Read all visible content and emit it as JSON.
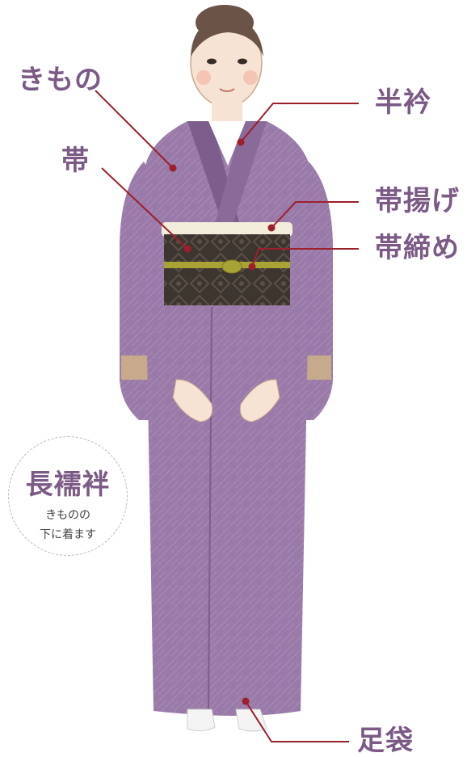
{
  "colors": {
    "label": "#7b5a86",
    "leader": "#9c1f2c",
    "kimono": "#9a7aa8",
    "kimono_dark": "#7c5d8b",
    "lining": "#c7a98c",
    "obi": "#3d352f",
    "obijime": "#a9a336",
    "obiage": "#f3eedc",
    "skin": "#f6e3d3",
    "hair": "#6b5447",
    "collar": "#ffffff",
    "tabi": "#f4f4f4"
  },
  "labels": {
    "kimono": "きもの",
    "obi": "帯",
    "han_eri": "半衿",
    "obiage": "帯揚げ",
    "obijime": "帯締め",
    "tabi": "足袋"
  },
  "note": {
    "title": "長襦袢",
    "line1": "きものの",
    "line2": "下に着ます"
  }
}
